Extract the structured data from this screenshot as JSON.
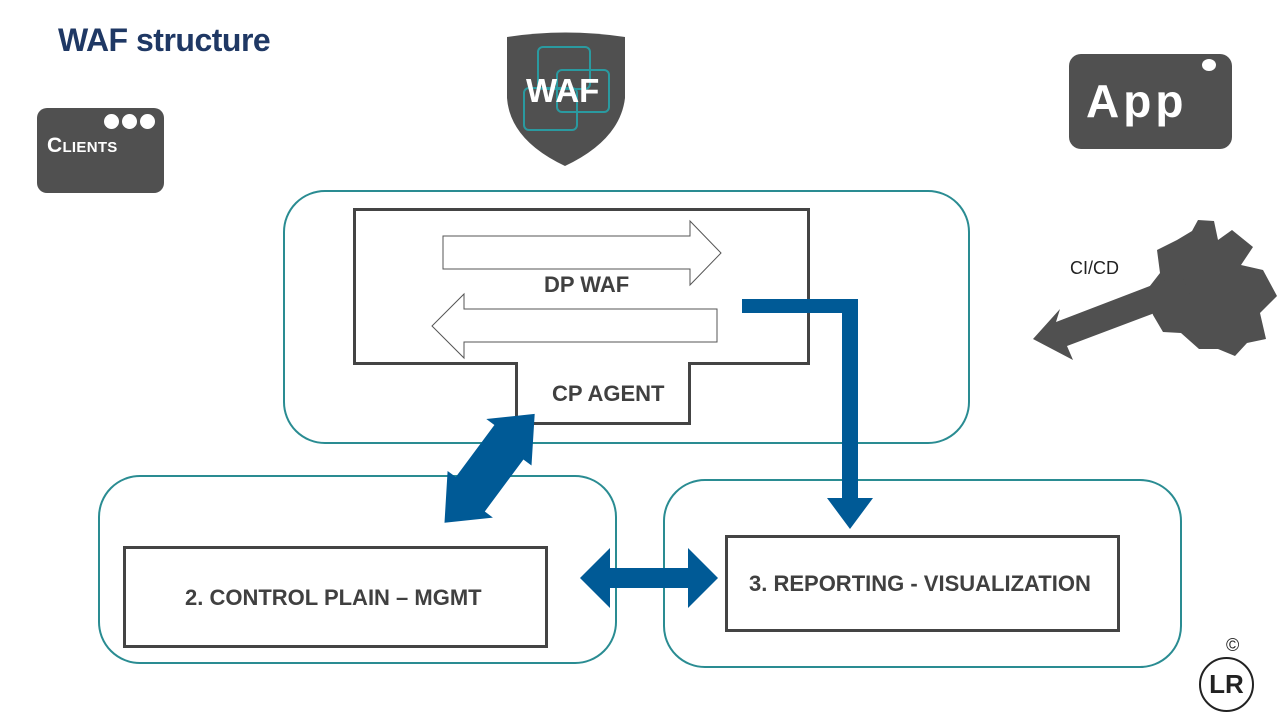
{
  "title": "WAF structure",
  "clients_label": "Clients",
  "app_label": "App",
  "waf_shield_label": "WAF",
  "dp_waf_label": "DP WAF",
  "cp_agent_label": "CP AGENT",
  "control_plain_label": "2. CONTROL PLAIN  – MGMT",
  "reporting_label": "3. REPORTING - VISUALIZATION",
  "cicd_label": "CI/CD",
  "copyright_symbol": "©",
  "logo_text": "LR",
  "colors": {
    "title": "#1f3864",
    "icon_fill": "#505050",
    "group_border": "#2a8c92",
    "arrow_blue": "#005a96",
    "box_border": "#444444"
  }
}
